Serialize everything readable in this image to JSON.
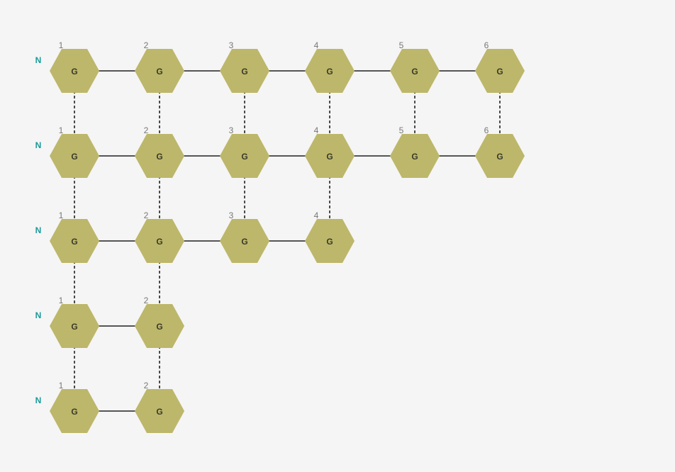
{
  "diagram": {
    "row_label": "N",
    "node_label": "G",
    "colors": {
      "node_fill": "#bdb76b",
      "row_label": "#1a9a9a",
      "index_label": "#777777"
    },
    "rows": [
      {
        "label": "N",
        "nodes": [
          {
            "index": "1",
            "label": "G"
          },
          {
            "index": "2",
            "label": "G"
          },
          {
            "index": "3",
            "label": "G"
          },
          {
            "index": "4",
            "label": "G"
          },
          {
            "index": "5",
            "label": "G"
          },
          {
            "index": "6",
            "label": "G"
          }
        ]
      },
      {
        "label": "N",
        "nodes": [
          {
            "index": "1",
            "label": "G"
          },
          {
            "index": "2",
            "label": "G"
          },
          {
            "index": "3",
            "label": "G"
          },
          {
            "index": "4",
            "label": "G"
          },
          {
            "index": "5",
            "label": "G"
          },
          {
            "index": "6",
            "label": "G"
          }
        ]
      },
      {
        "label": "N",
        "nodes": [
          {
            "index": "1",
            "label": "G"
          },
          {
            "index": "2",
            "label": "G"
          },
          {
            "index": "3",
            "label": "G"
          },
          {
            "index": "4",
            "label": "G"
          }
        ]
      },
      {
        "label": "N",
        "nodes": [
          {
            "index": "1",
            "label": "G"
          },
          {
            "index": "2",
            "label": "G"
          }
        ]
      },
      {
        "label": "N",
        "nodes": [
          {
            "index": "1",
            "label": "G"
          },
          {
            "index": "2",
            "label": "G"
          }
        ]
      }
    ]
  }
}
